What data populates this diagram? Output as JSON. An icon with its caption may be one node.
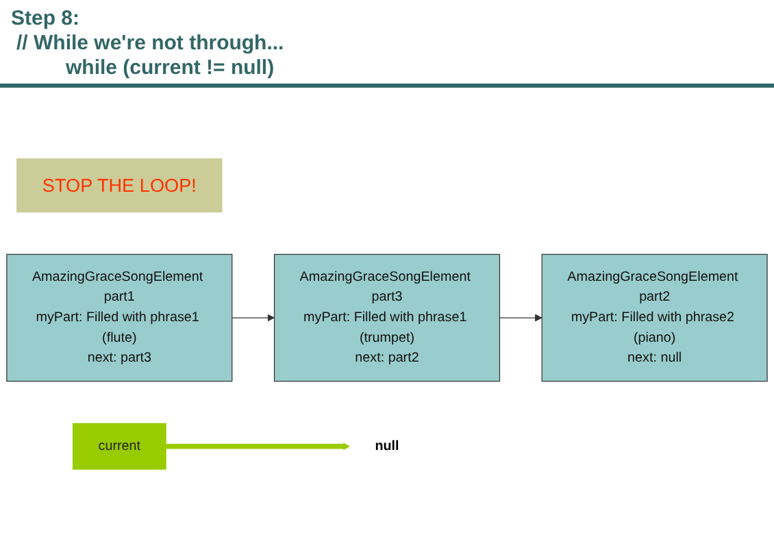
{
  "diagram": {
    "title": "Step 8:",
    "nodes": [
      {
        "text": [
          "STOP THE LOOP!"
        ]
      },
      {
        "text": [
          "AmazingGraceSongElement part1",
          "myPart: Filled with phrase1 (flute)",
          "next: part3"
        ]
      },
      {
        "text": [
          "AmazingGraceSongElement part2",
          "myPart: Filled with phrase2 (piano)",
          "next: null"
        ]
      },
      {
        "text": [
          "AmazingGraceSongElement part3",
          "myPart: Filled with phrase1 (trumpet)",
          "next: part2"
        ]
      },
      {
        "text": [
          "null"
        ]
      },
      {
        "text": [
          "current"
        ]
      }
    ],
    "edges": [
      {
        "from": 1,
        "to": 3,
        "arrow": "to"
      },
      {
        "from": 3,
        "to": 2,
        "arrow": "to"
      },
      {
        "from": 5,
        "to": 4,
        "arrow": "to",
        "style": "thick",
        "color": "#99cc00"
      }
    ],
    "labels": [
      "// While we're not through...",
      "while (current != null)"
    ]
  }
}
